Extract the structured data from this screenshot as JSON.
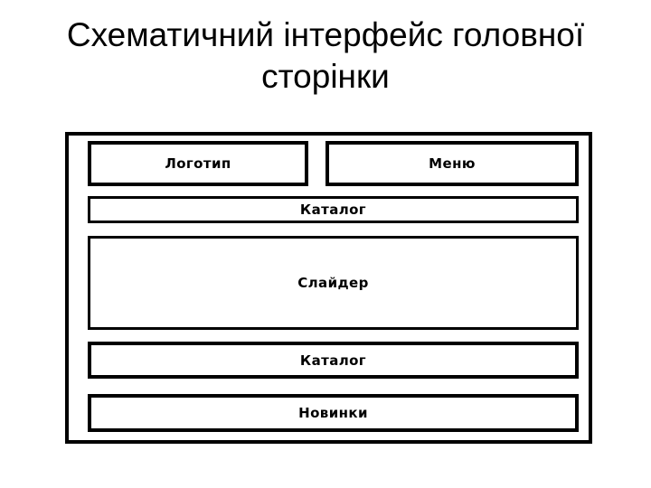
{
  "title": "Схематичний інтерфейс головної сторінки",
  "diagram": {
    "description_blocks": [
      {
        "id": "logo",
        "label": "Логотип"
      },
      {
        "id": "menu",
        "label": "Меню"
      },
      {
        "id": "catalog1",
        "label": "Каталог"
      },
      {
        "id": "slider",
        "label": "Слайдер"
      },
      {
        "id": "catalog2",
        "label": "Каталог"
      },
      {
        "id": "new",
        "label": "Новинки"
      }
    ]
  },
  "colors": {
    "line": "#000000",
    "background": "#ffffff",
    "text": "#000000"
  }
}
